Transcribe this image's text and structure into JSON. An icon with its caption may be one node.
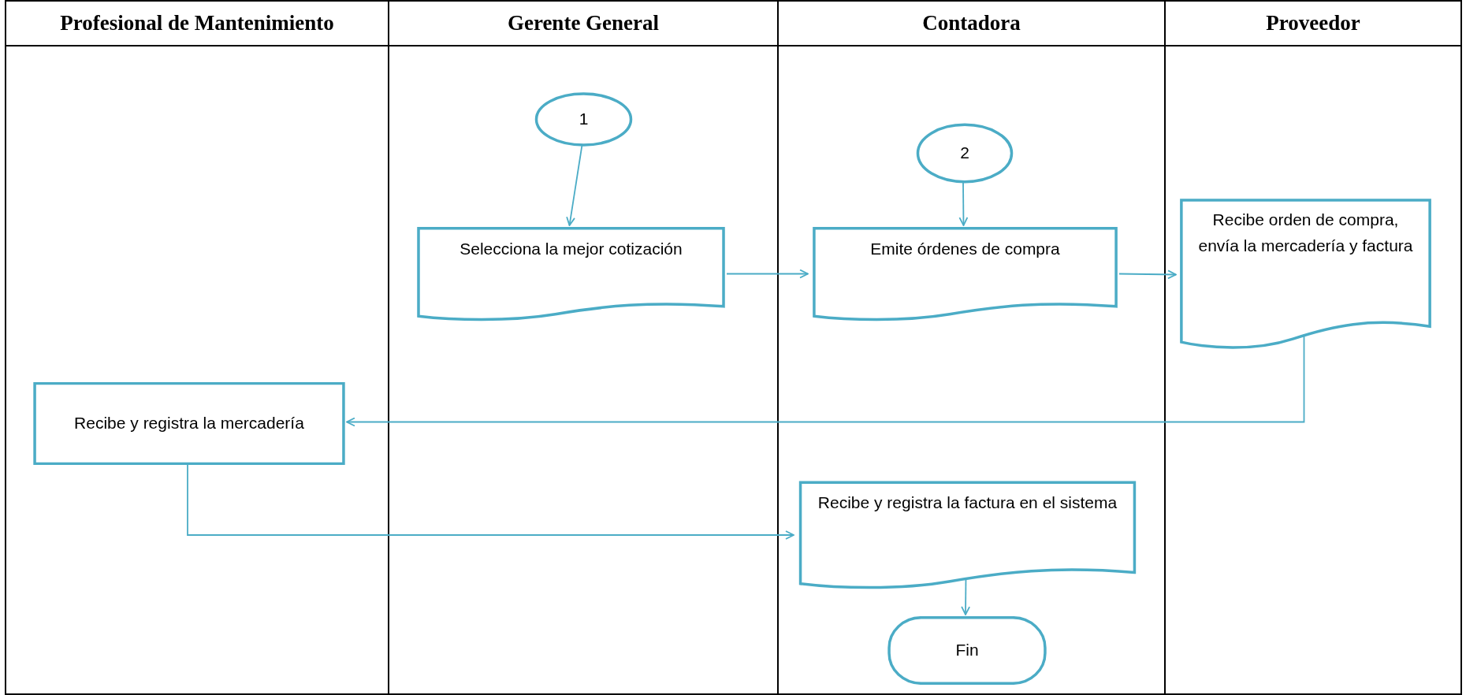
{
  "diagram": {
    "nodes": [
      {
        "text": [
          "Profesional de Mantenimiento"
        ]
      },
      {
        "text": [
          "Gerente General"
        ]
      },
      {
        "text": [
          "Contadora"
        ]
      },
      {
        "text": [
          "Proveedor"
        ]
      },
      {
        "text": [
          "1"
        ],
        "in": 1
      },
      {
        "text": [
          "Selecciona la mejor cotización"
        ],
        "in": 1
      },
      {
        "text": [
          "2"
        ],
        "in": 2
      },
      {
        "text": [
          "Emite órdenes de compra"
        ],
        "in": 2
      },
      {
        "text": [
          "Recibe orden de compra, envía la mercadería y factura"
        ],
        "in": 3
      },
      {
        "text": [
          "Recibe y registra la mercadería"
        ],
        "in": 0
      },
      {
        "text": [
          "Recibe y registra la factura en el sistema"
        ],
        "in": 2
      },
      {
        "text": [
          "Fin"
        ],
        "in": 2
      }
    ],
    "edges": [
      {
        "from": 4,
        "to": 5,
        "arrow": "to"
      },
      {
        "from": 6,
        "to": 7,
        "arrow": "to"
      },
      {
        "from": 5,
        "to": 7,
        "arrow": "to"
      },
      {
        "from": 7,
        "to": 8,
        "arrow": "to"
      },
      {
        "from": 8,
        "to": 9,
        "arrow": "to"
      },
      {
        "from": 9,
        "to": 10,
        "arrow": "to"
      },
      {
        "from": 10,
        "to": 11,
        "arrow": "to"
      }
    ]
  }
}
